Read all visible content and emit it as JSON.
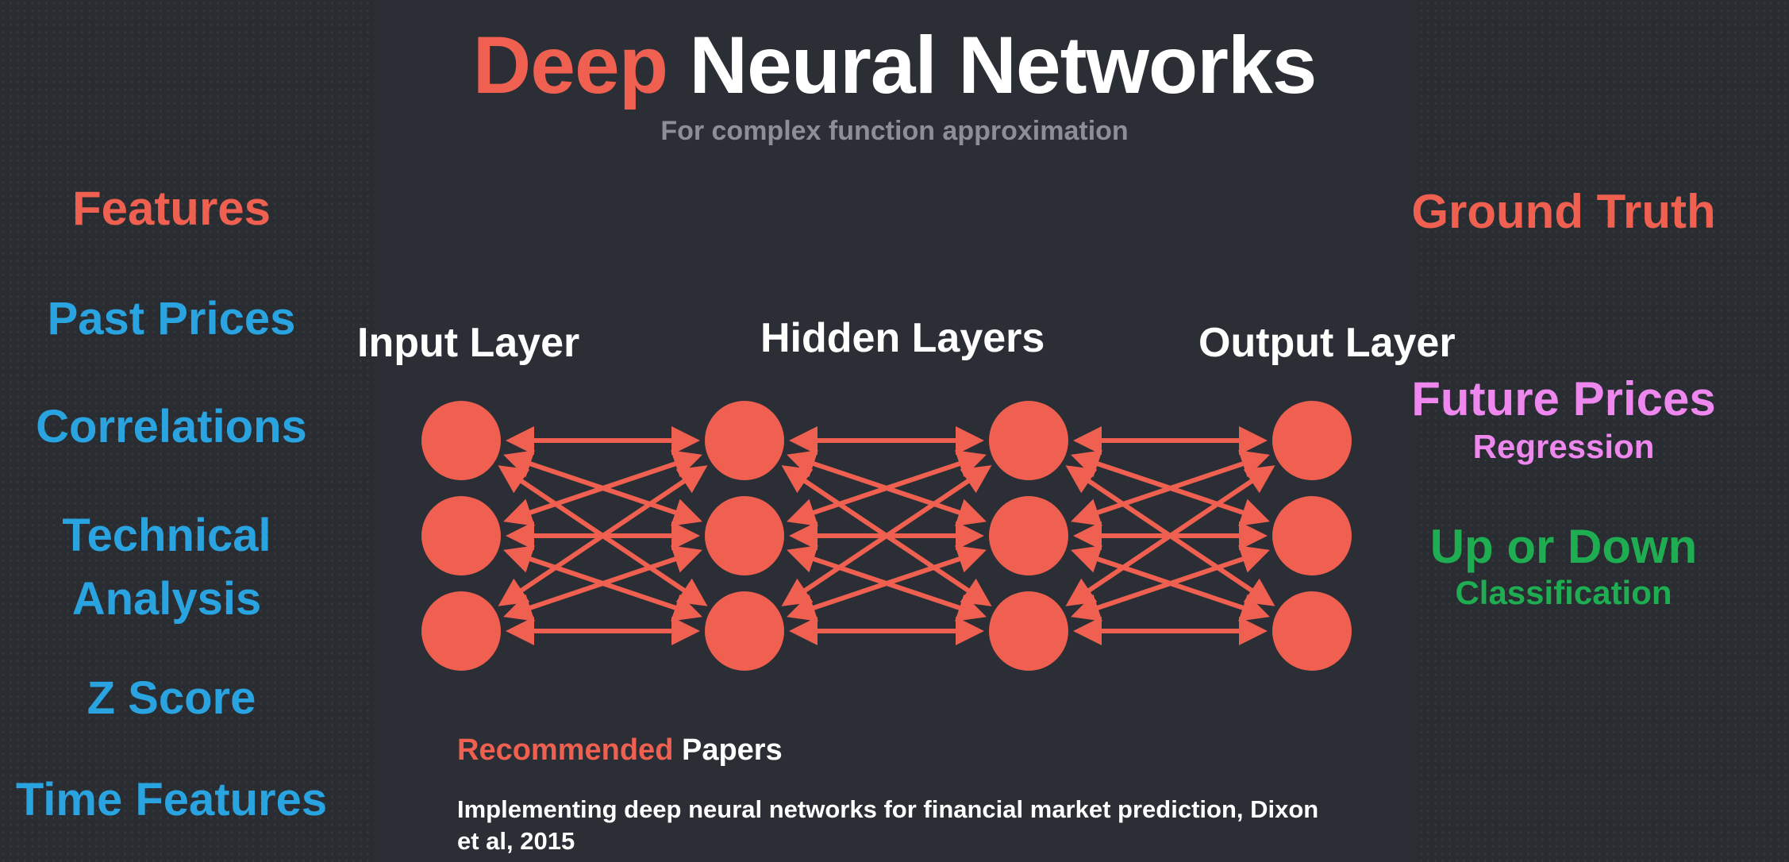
{
  "title": {
    "accent": "Deep",
    "rest": "Neural Networks"
  },
  "subtitle": "For complex function approximation",
  "features": {
    "heading": "Features",
    "items": [
      "Past Prices",
      "Correlations",
      "Technical Analysis",
      "Z Score",
      "Time Features"
    ]
  },
  "ground_truth": {
    "heading": "Ground Truth",
    "targets": [
      {
        "label": "Future Prices",
        "sublabel": "Regression",
        "color": "#ee88ee"
      },
      {
        "label": "Up or Down",
        "sublabel": "Classification",
        "color": "#1fad52"
      }
    ]
  },
  "network": {
    "layers": [
      {
        "label": "Input Layer",
        "nodes": 3
      },
      {
        "label": "Hidden Layers",
        "nodes": 3
      },
      {
        "label": "Hidden Layers",
        "nodes": 3
      },
      {
        "label": "Output Layer",
        "nodes": 3
      }
    ],
    "connection_style": "bidirectional-arrows",
    "node_color": "#f06050",
    "edge_color": "#f06050"
  },
  "papers": {
    "heading_accent": "Recommended",
    "heading_rest": "Papers",
    "items": [
      "Implementing deep neural networks for financial market prediction, Dixon et al, 2015"
    ]
  },
  "colors": {
    "accent": "#f06050",
    "feature_text": "#29a4e0",
    "background": "#2b2e34"
  }
}
